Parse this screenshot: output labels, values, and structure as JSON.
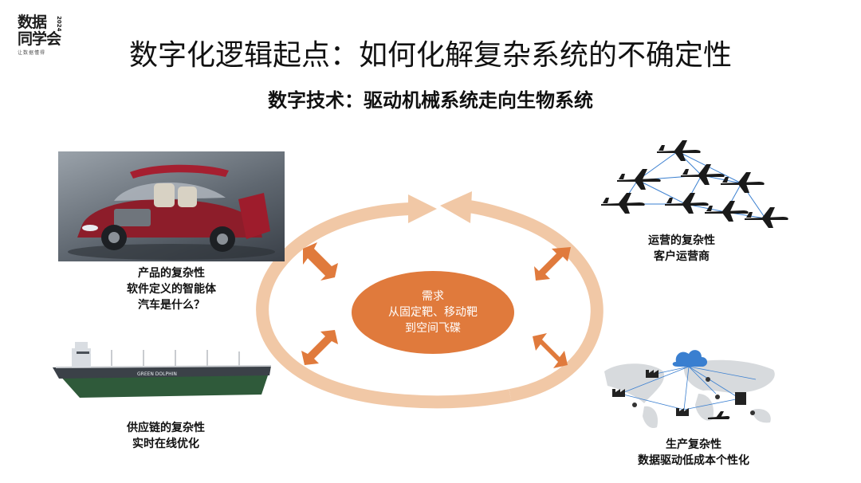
{
  "logo": {
    "line1": "数据",
    "line2": "同学会",
    "year": "2024",
    "sub": "让数据懂得"
  },
  "title": "数字化逻辑起点：如何化解复杂系统的不确定性",
  "subtitle": "数字技术：驱动机械系统走向生物系统",
  "center": {
    "line1": "需求",
    "line2": "从固定靶、移动靶",
    "line3": "到空间飞碟"
  },
  "quadrants": {
    "product": {
      "line1": "产品的复杂性",
      "line2": "软件定义的智能体",
      "line3": "汽车是什么？"
    },
    "operations": {
      "line1": "运营的复杂性",
      "line2": "客户运营商"
    },
    "supply_chain": {
      "line1": "供应链的复杂性",
      "line2": "实时在线优化"
    },
    "production": {
      "line1": "生产复杂性",
      "line2": "数据驱动低成本个性化"
    }
  },
  "ship_name": "GREEN DOLPHIN",
  "colors": {
    "accent_orange": "#e07a3c",
    "ring_peach": "#f1c8a6",
    "ship_hull": "#2f5a3a"
  }
}
